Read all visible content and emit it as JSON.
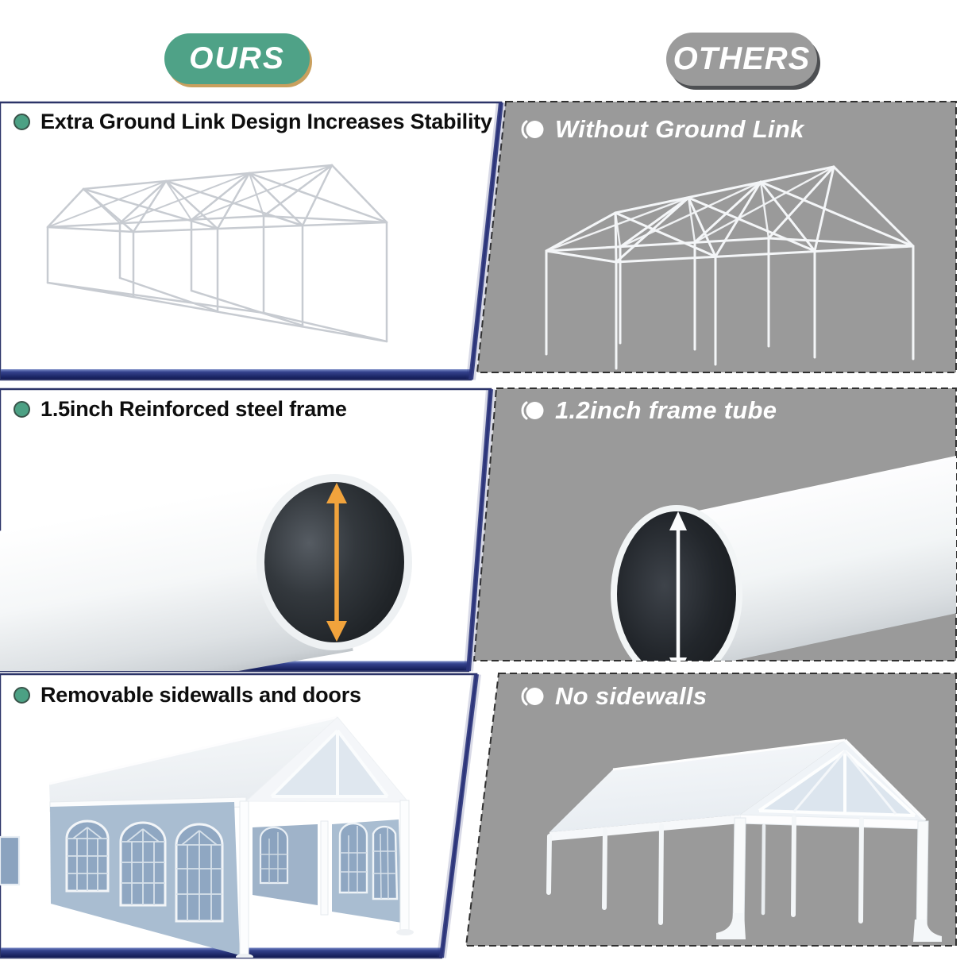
{
  "badges": {
    "ours": "OURS",
    "others": "OTHERS"
  },
  "rows": [
    {
      "ours_label": "Extra Ground Link Design Increases Stability",
      "others_label": "Without Ground Link"
    },
    {
      "ours_label": "1.5inch Reinforced steel frame",
      "others_label": "1.2inch frame tube"
    },
    {
      "ours_label": "Removable sidewalls and doors",
      "others_label": "No sidewalls"
    }
  ],
  "icons": {
    "ours_bullet": "green-dot",
    "others_bullet": "white-sphere-crescent",
    "left_arrow": "orange-diameter-arrow",
    "right_arrow": "white-diameter-arrow"
  },
  "colors": {
    "ours_pill": "#4fa287",
    "ours_pill_shadow": "#c9a05e",
    "others_pill": "#9b9b9b",
    "others_pill_shadow": "#4d4f52",
    "ours_panel_border": "#2c3468",
    "ours_panel_bar": "#1c2a6e",
    "others_panel_bg": "#9a9a9a",
    "others_panel_dash": "#303030",
    "diameter_arrow_ours": "#f1a33c",
    "diameter_arrow_others": "#ffffff",
    "sidewall_blue": "#a9bdd1"
  }
}
